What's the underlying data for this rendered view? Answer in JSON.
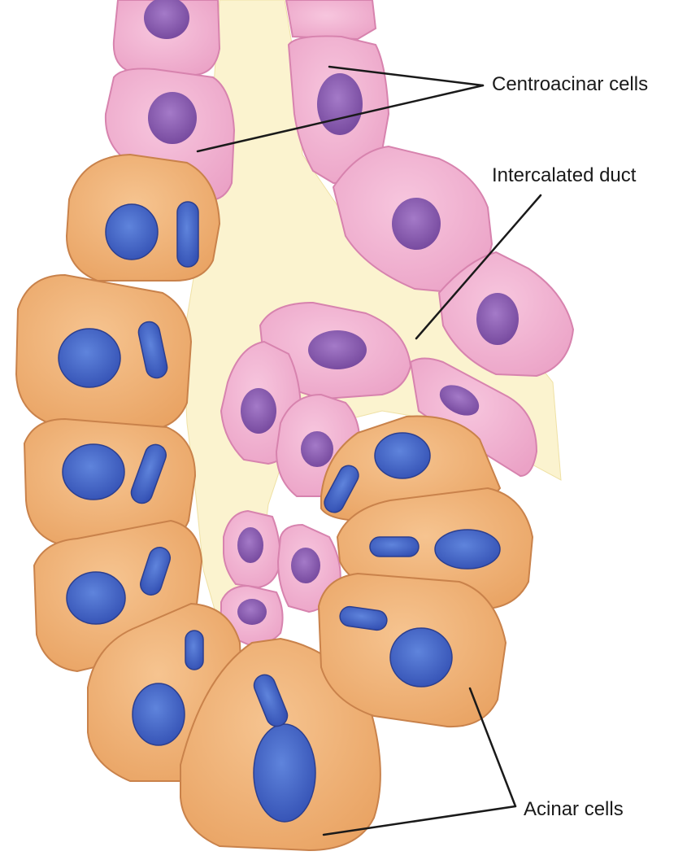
{
  "labels": {
    "centroacinar": "Centroacinar cells",
    "intercalated_duct": "Intercalated duct",
    "acinar": "Acinar cells"
  },
  "colors": {
    "lumen": "#fbf3cf",
    "duct_cell": "#f2b2d2",
    "duct_cell_outline": "#d783ae",
    "duct_nucleus": "#8a5bb1",
    "acinar_cell": "#f1b57b",
    "acinar_cell_outline": "#c9824b",
    "acinar_nucleus": "#3f63c6",
    "leader_line": "#1a1a1a"
  }
}
